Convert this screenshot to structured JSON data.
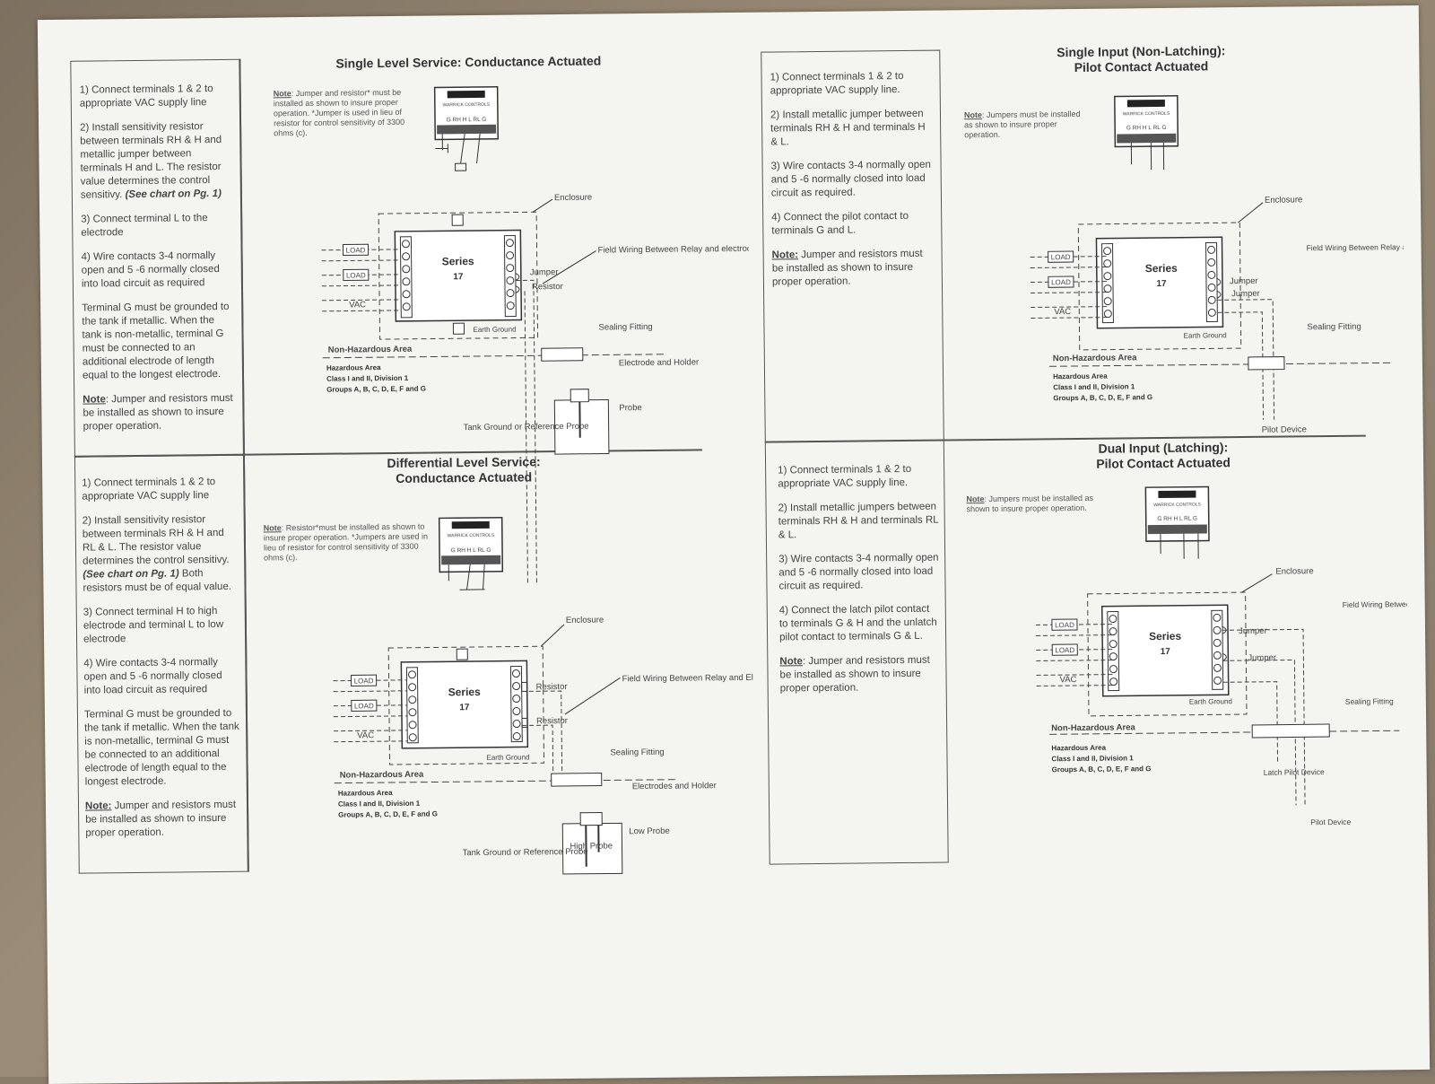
{
  "panels": {
    "single_level": {
      "title": "Single Level Service:  Conductance Actuated",
      "steps": [
        "1)  Connect terminals 1 & 2  to appropriate VAC supply line",
        "2)  Install sensitivity resistor between terminals RH & H and metallic jumper between terminals H and L.  The resistor value determines the control sensitivy.",
        "(See chart on Pg. 1)",
        "3)  Connect terminal L to the electrode",
        "4)  Wire contacts 3-4  normally open and 5 -6 normally closed into load circuit as required",
        "Terminal G must be grounded to the tank if metallic.  When the tank is non-metallic, terminal G must be connected to an additional electrode of length equal to the longest electrode."
      ],
      "note_label": "Note",
      "note_text": ":  Jumper and resistors must be installed as shown to insure proper operation.",
      "diagram_note_label": "Note",
      "diagram_note": ":  Jumper and resistor* must be installed as shown to insure proper operation.  *Jumper is used in lieu of resistor for control sensitivity of 3300 ohms (c).",
      "labels": {
        "enclosure": "Enclosure",
        "field_wiring": "Field Wiring Between Relay and electrode I nstallation",
        "jumper": "Jumper",
        "resistor": "Resistor",
        "sealing": "Sealing Fitting",
        "electrode": "Electrode and Holder",
        "probe": "Probe",
        "tank_ground": "Tank Ground or Reference Probe",
        "non_haz": "Non-Hazardous Area",
        "haz1": "Hazardous Area",
        "haz2": "Class I and II, Division 1",
        "haz3": "Groups A, B, C, D, E, F and G",
        "earth": "Earth Ground"
      }
    },
    "differential": {
      "title": "Differential Level Service: Conductance Actuated",
      "steps": [
        "1)  Connect terminals 1 & 2  to appropriate VAC supply line",
        "2)  Install sensitivity resistor between terminals RH & H and RL & L.  The resistor value determines the control sensitivy.",
        "(See chart on Pg. 1)",
        "Both resistors must be of equal value.",
        "3)  Connect terminal H to high electrode and terminal L to low electrode",
        "4)  Wire contacts 3-4  normally open and 5 -6 normally closed into load circuit as required",
        "Terminal G must be grounded to the tank if metallic.  When the tank is non-metallic, terminal G must be connected to an additional electrode of length equal to the longest electrode."
      ],
      "note_label": "Note:",
      "note_text": "  Jumper and resistors must be installed as shown to insure proper operation.",
      "diagram_note_label": "Note",
      "diagram_note": ":  Resistor*must be installed as shown to insure proper operation.  *Jumpers are used in lieu of resistor for control sensitivity of 3300 ohms (c).",
      "labels": {
        "enclosure": "Enclosure",
        "field_wiring": "Field Wiring Between Relay and Electrode installation",
        "resistor": "Resistor",
        "sealing": "Sealing Fitting",
        "electrodes": "Electrodes and Holder",
        "low_probe": "Low Probe",
        "high_probe": "High Probe",
        "tank_ground": "Tank Ground or Reference Probe",
        "non_haz": "Non-Hazardous Area",
        "haz1": "Hazardous Area",
        "haz2": "Class I and II, Division 1",
        "haz3": "Groups A, B, C, D, E, F and G",
        "earth": "Earth Ground"
      }
    },
    "single_input": {
      "title_line1": "Single Input (Non-Latching):",
      "title_line2": "Pilot Contact Actuated",
      "steps": [
        "1)  Connect terminals 1 & 2  to appropriate VAC supply line.",
        "2)  Install metallic jumper between terminals RH & H and terminals H  &  L.",
        "3)  Wire contacts 3-4  normally open and  5 -6 normally closed into load circuit as required.",
        "4)  Connect the pilot contact to terminals G and L."
      ],
      "note_label": "Note:",
      "note_text": " Jumper and resistors must be installed as shown to insure proper operation.",
      "diagram_note_label": "Note",
      "diagram_note": ":  Jumpers must be installed as shown to insure proper operation.",
      "labels": {
        "enclosure": "Enclosure",
        "field_wiring": "Field Wiring Between Relay and Pilot Device",
        "jumper": "Jumper",
        "sealing": "Sealing Fitting",
        "pilot": "Pilot Device",
        "non_haz": "Non-Hazardous Area",
        "haz1": "Hazardous Area",
        "haz2": "Class I and II, Division 1",
        "haz3": "Groups A, B, C, D, E, F and G",
        "earth": "Earth Ground"
      }
    },
    "dual_input": {
      "title_line1": "Dual Input (Latching):",
      "title_line2": "Pilot Contact Actuated",
      "steps": [
        "1)  Connect terminals 1 & 2  to appropriate VAC supply line.",
        "2)  Install metallic jumpers between terminals RH & H and terminals RL & L.",
        "3)  Wire contacts 3-4  normally open and  5 -6 normally closed into load circuit as required.",
        "4)  Connect the latch pilot contact to terminals G & H and the unlatch pilot contact to terminals G & L."
      ],
      "note_label": "Note",
      "note_text": ": Jumper and resistors must be installed as shown to insure proper operation.",
      "diagram_note_label": "Note",
      "diagram_note": ":  Jumpers must be installed as shown to insure proper operation.",
      "labels": {
        "enclosure": "Enclosure",
        "field_wiring": "Field Wiring Between Relay and Pilot Device",
        "jumper": "Jumper",
        "sealing": "Sealing Fitting",
        "latch": "Latch Pilot Device",
        "pilot": "Pilot Device",
        "non_haz": "Non-Hazardous Area",
        "haz1": "Hazardous Area",
        "haz2": "Class I and II, Division 1",
        "haz3": "Groups A, B, C, D, E, F and G",
        "earth": "Earth Ground"
      }
    }
  },
  "common": {
    "series": "Series",
    "series_num": "17",
    "load": "LOAD",
    "vac": "VAC",
    "brand": "WARRICK CONTROLS",
    "terminals": "G RH H L RL G"
  }
}
